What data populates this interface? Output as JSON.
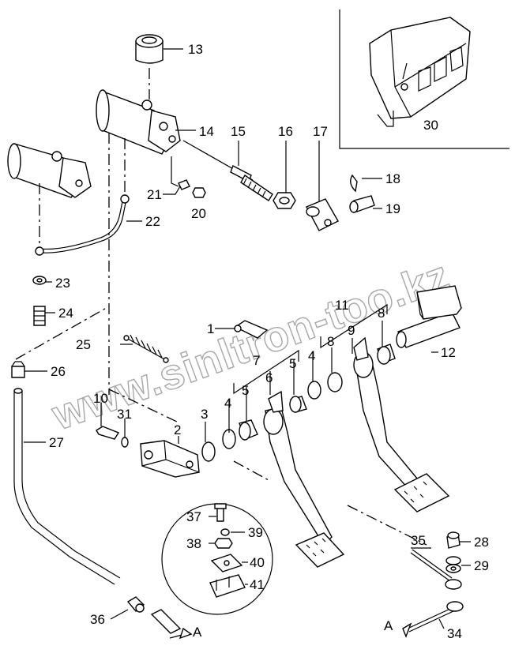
{
  "diagram": {
    "labels": [
      "13",
      "14",
      "15",
      "16",
      "17",
      "18",
      "19",
      "20",
      "21",
      "22",
      "23",
      "24",
      "25",
      "26",
      "27",
      "1",
      "2",
      "3",
      "4",
      "4",
      "5",
      "5",
      "6",
      "7",
      "8",
      "8",
      "9",
      "10",
      "11",
      "12",
      "28",
      "29",
      "30",
      "31",
      "34",
      "35",
      "36",
      "37",
      "38",
      "39",
      "40",
      "41",
      "A",
      "A"
    ],
    "watermark": "www.sinltron-too.kz"
  }
}
